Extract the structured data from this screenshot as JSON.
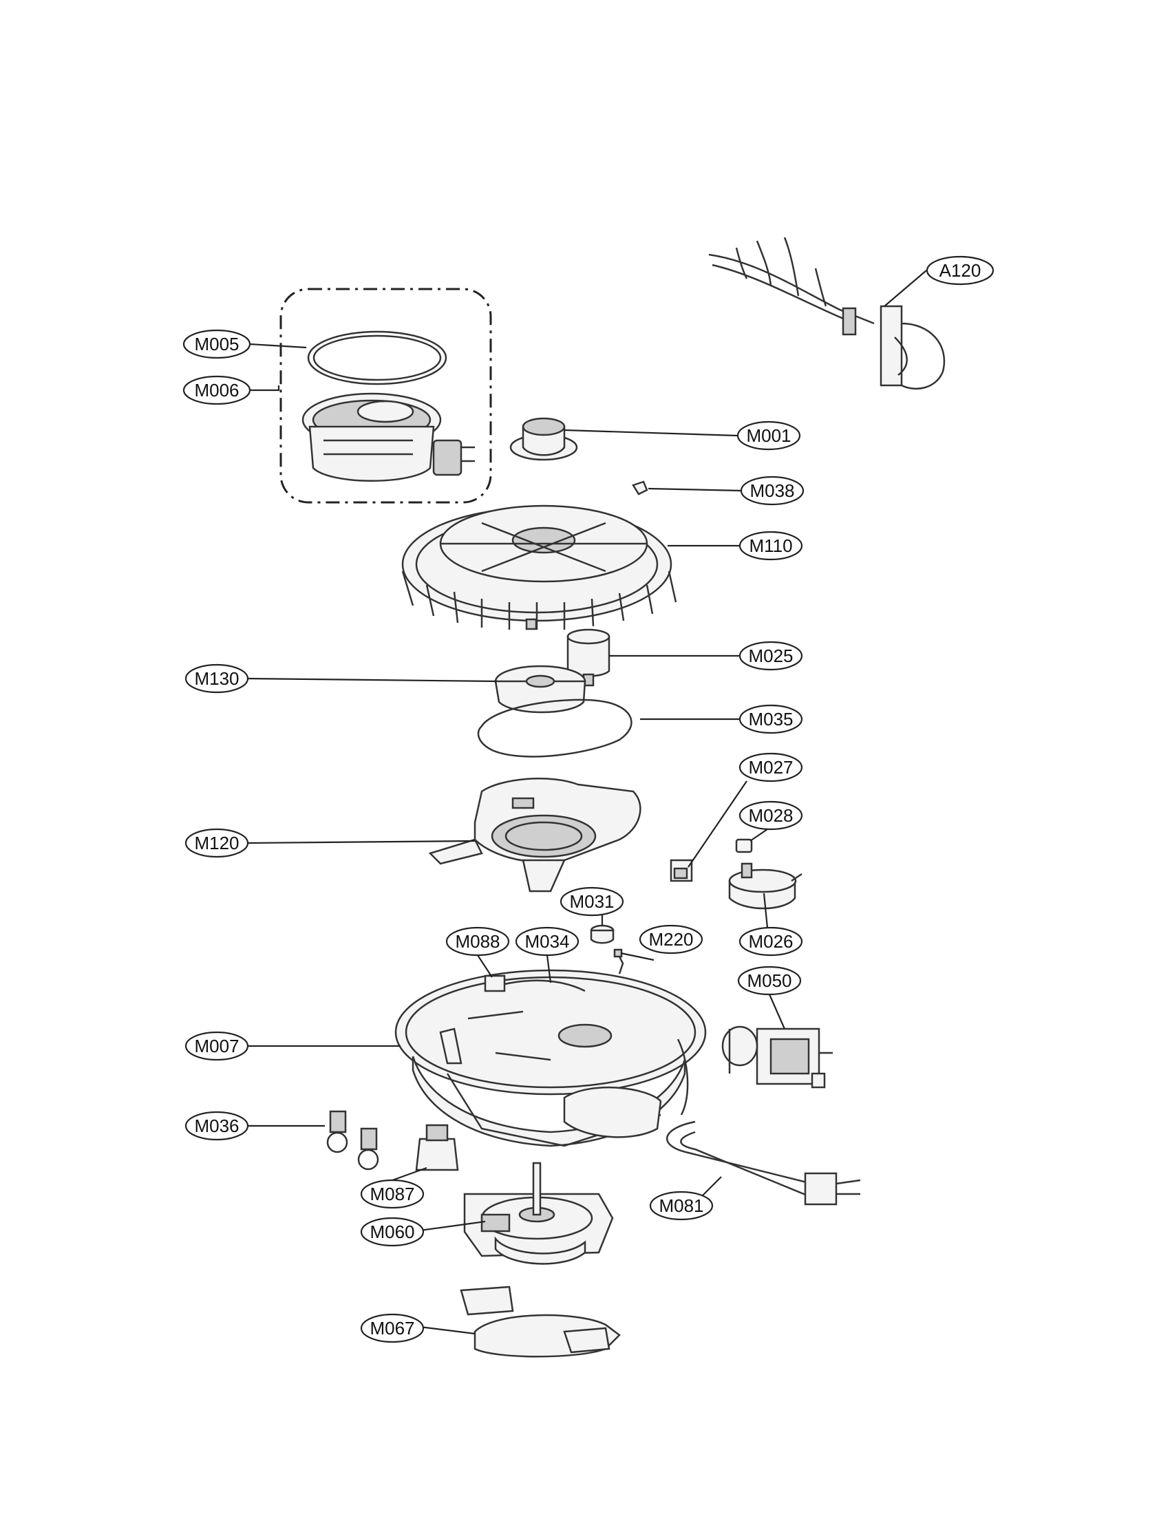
{
  "callouts": {
    "a120": "A120",
    "m005": "M005",
    "m006": "M006",
    "m001": "M001",
    "m038": "M038",
    "m110": "M110",
    "m025": "M025",
    "m130": "M130",
    "m035": "M035",
    "m027": "M027",
    "m028": "M028",
    "m120": "M120",
    "m031": "M031",
    "m026": "M026",
    "m088": "M088",
    "m034": "M034",
    "m220": "M220",
    "m050": "M050",
    "m007": "M007",
    "m036": "M036",
    "m087": "M087",
    "m081": "M081",
    "m060": "M060",
    "m067": "M067"
  }
}
